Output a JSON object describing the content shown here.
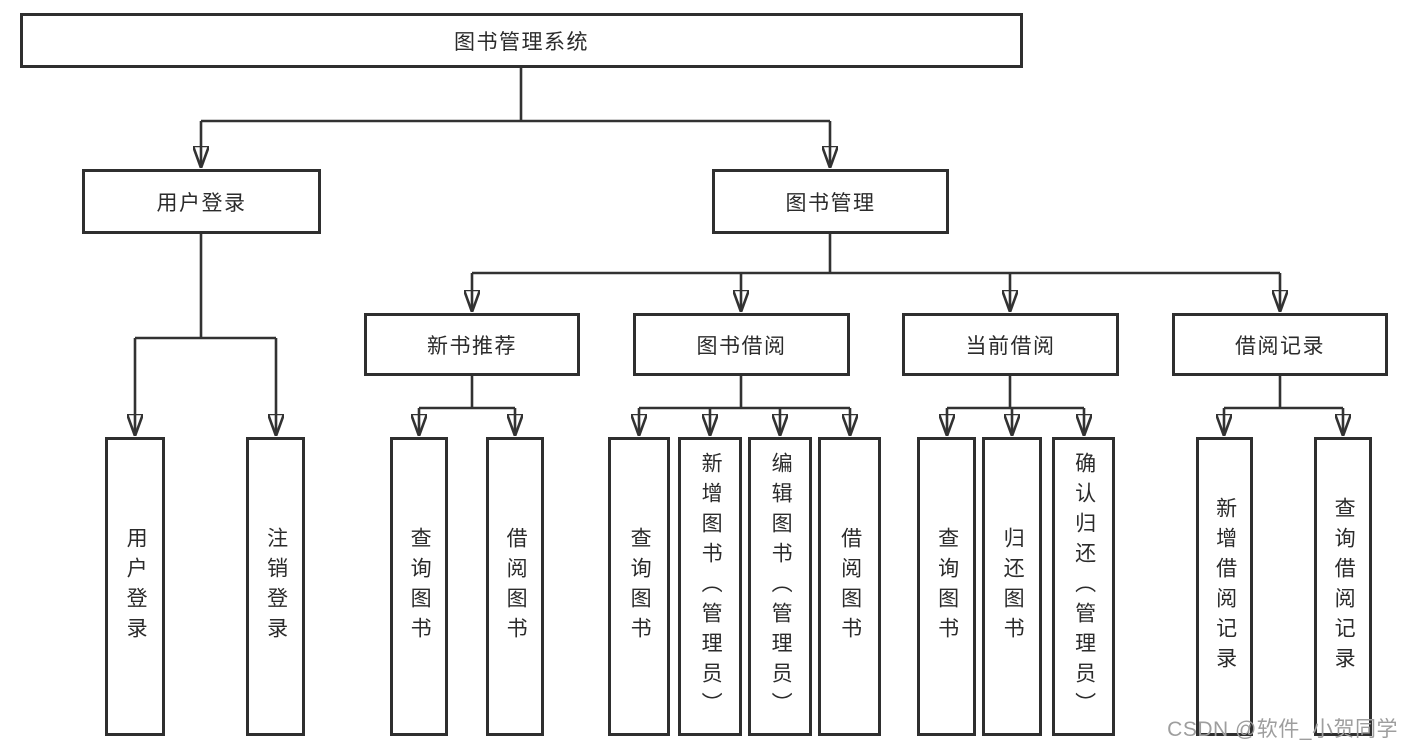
{
  "tree": {
    "label": "图书管理系统",
    "children": [
      {
        "label": "用户登录",
        "children": [
          {
            "label": "用户登录"
          },
          {
            "label": "注销登录"
          }
        ]
      },
      {
        "label": "图书管理",
        "children": [
          {
            "label": "新书推荐",
            "children": [
              {
                "label": "查询图书"
              },
              {
                "label": "借阅图书"
              }
            ]
          },
          {
            "label": "图书借阅",
            "children": [
              {
                "label": "查询图书"
              },
              {
                "label": "新增图书（管理员）"
              },
              {
                "label": "编辑图书（管理员）"
              },
              {
                "label": "借阅图书"
              }
            ]
          },
          {
            "label": "当前借阅",
            "children": [
              {
                "label": "查询图书"
              },
              {
                "label": "归还图书"
              },
              {
                "label": "确认归还（管理员）"
              }
            ]
          },
          {
            "label": "借阅记录",
            "children": [
              {
                "label": "新增借阅记录"
              },
              {
                "label": "查询借阅记录"
              }
            ]
          }
        ]
      }
    ]
  },
  "watermark": {
    "text": "CSDN @软件_小贺同学",
    "color": "#9e9e9e"
  },
  "colors": {
    "line": "#323232",
    "box_border": "#2f2f2f",
    "text": "#2b2b2b",
    "background": "#ffffff"
  }
}
